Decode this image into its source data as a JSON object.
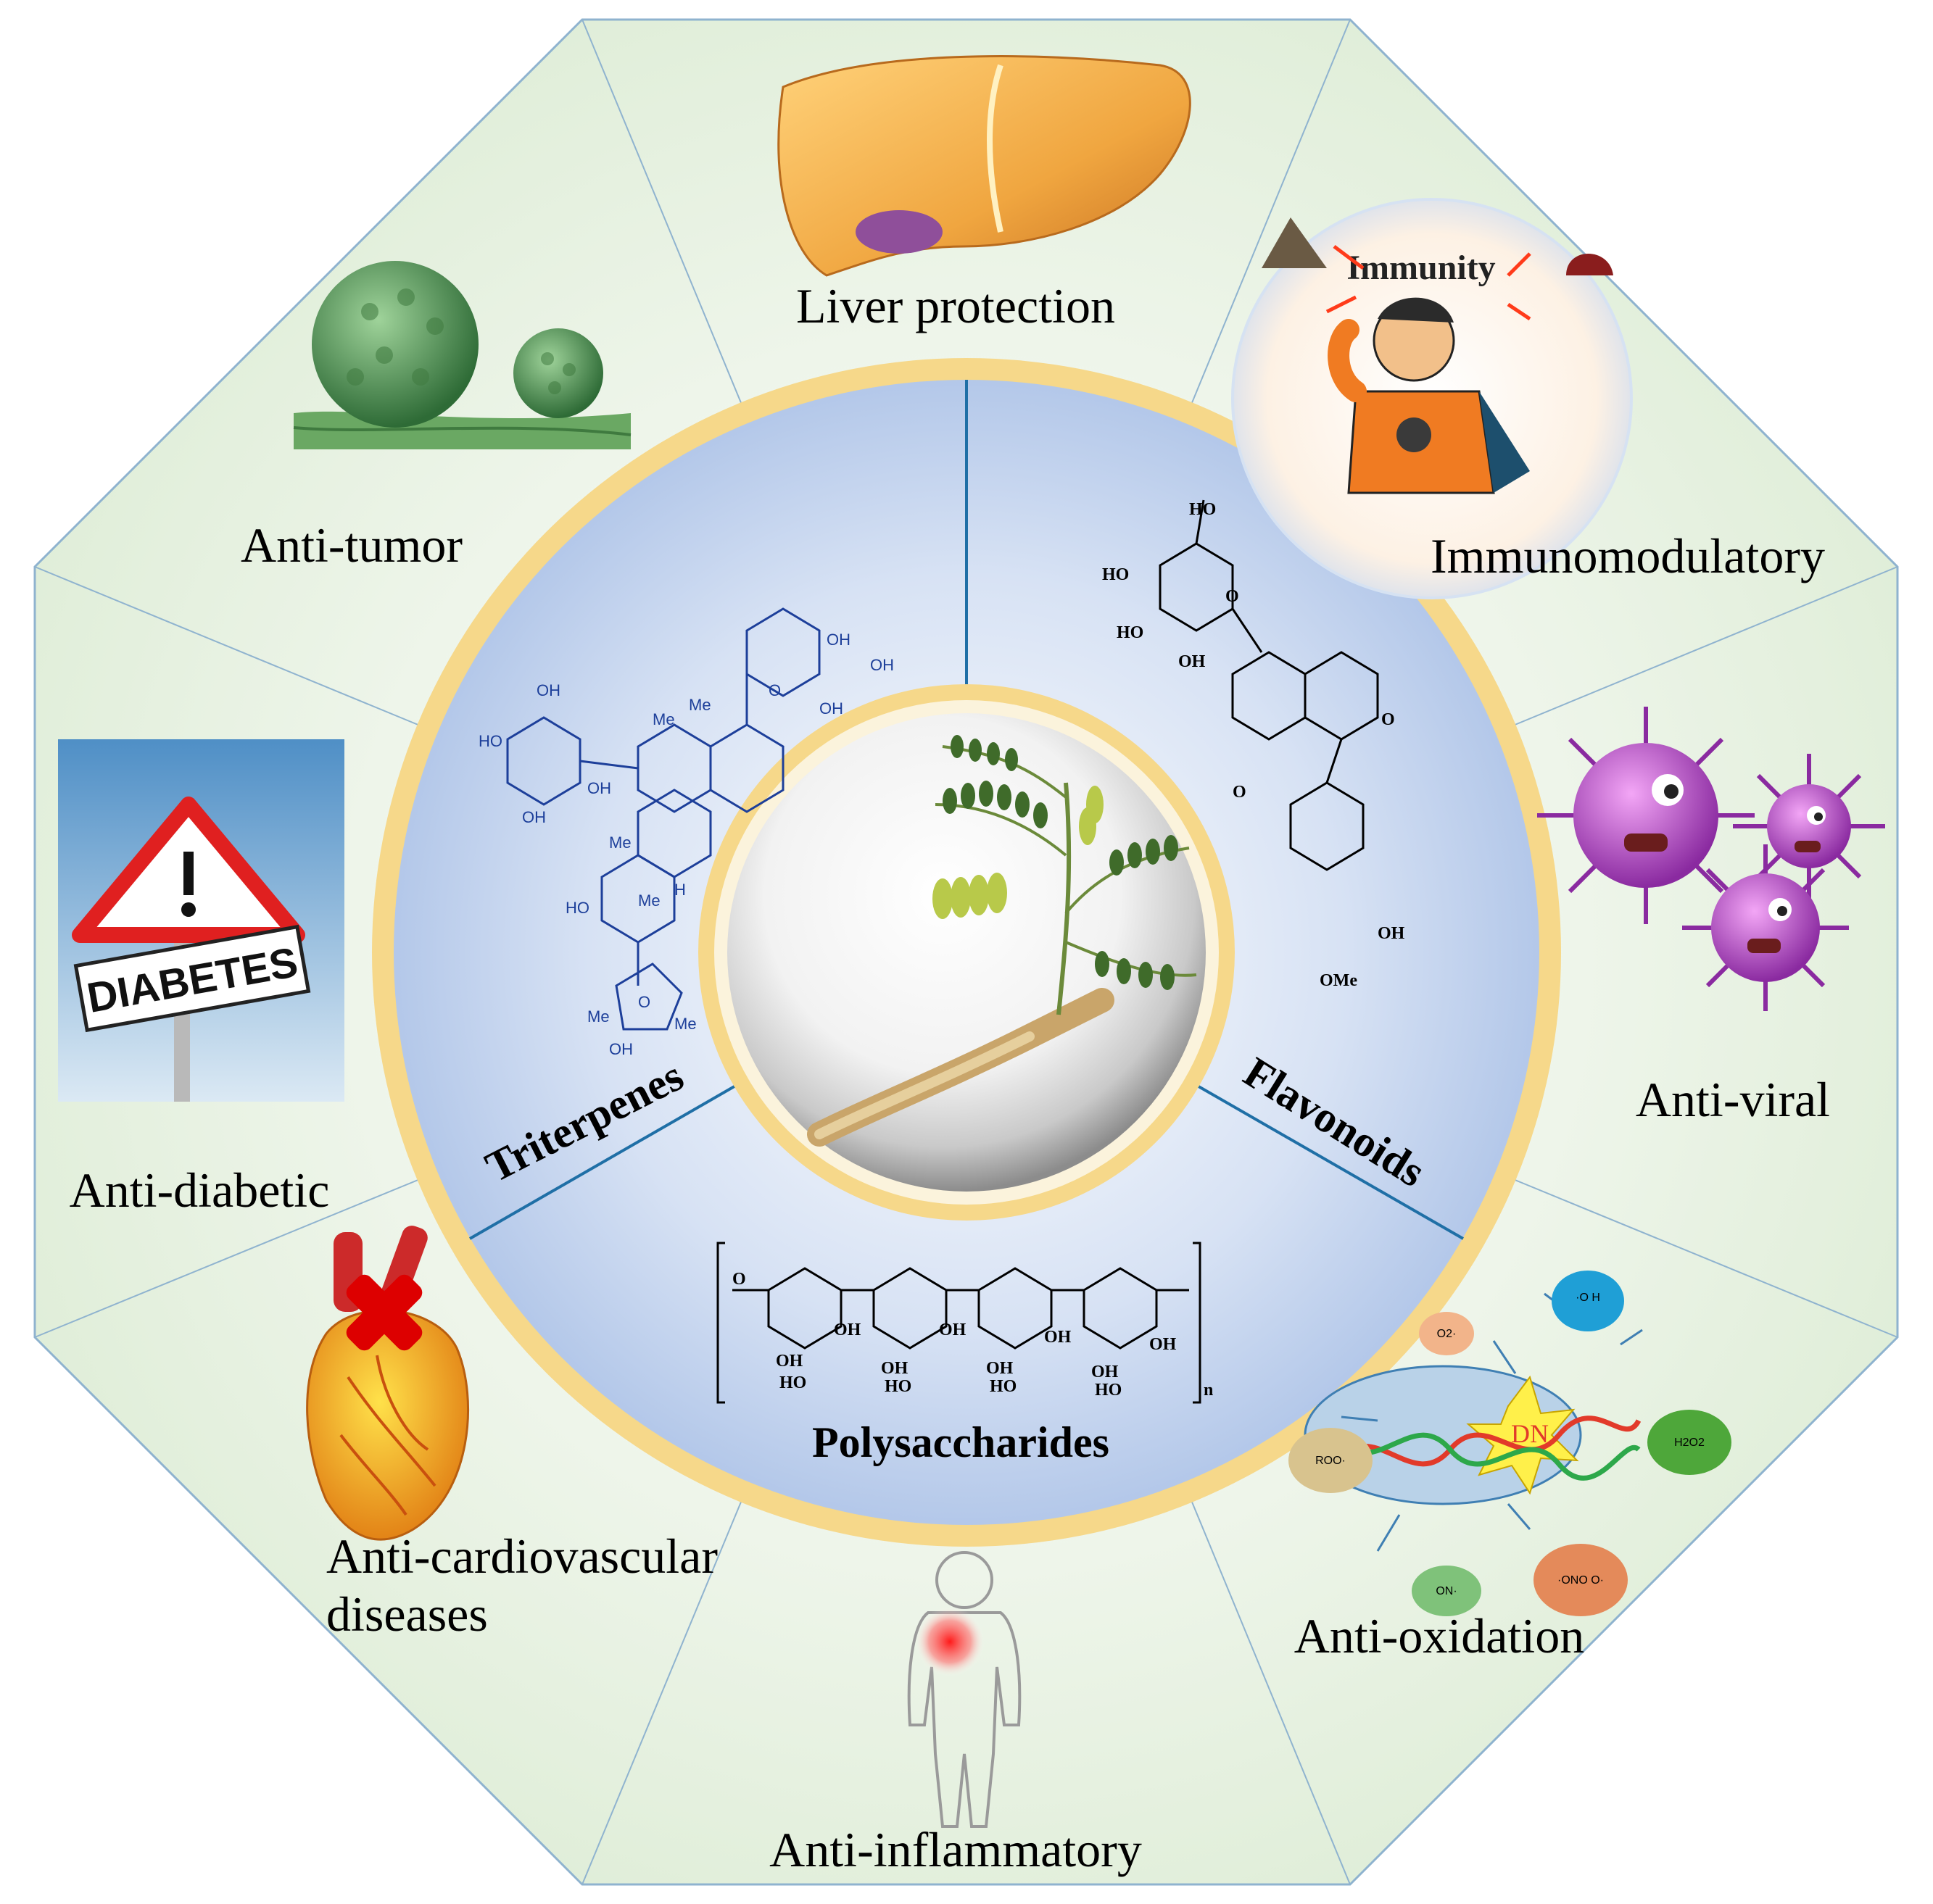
{
  "effects": {
    "liver": "Liver protection",
    "immuno": "Immunomodulatory",
    "viral": "Anti-viral",
    "oxidation": "Anti-oxidation",
    "inflammatory": "Anti-inflammatory",
    "cardio_line1": "Anti-cardiovascular",
    "cardio_line2": "diseases",
    "diabetic": "Anti-diabetic",
    "tumor": "Anti-tumor"
  },
  "compounds": {
    "triterpenes": "Triterpenes",
    "flavonoids": "Flavonoids",
    "polysaccharides": "Polysaccharides"
  },
  "icon_text": {
    "immunity": "Immunity",
    "diabetes_sign": "DIABETES",
    "dna": "DN",
    "radicals": {
      "oh": "·O H",
      "o2": "O2·",
      "h2o2": "H2O2",
      "roo": "ROO·",
      "on": "ON·",
      "ono": "·ONO O·"
    }
  },
  "chem_labels": {
    "oh": "OH",
    "ho": "HO",
    "me": "Me",
    "ome": "OMe",
    "h": "H",
    "o": "O",
    "n": "n"
  },
  "colors": {
    "octagon_fill": "#e2efdb",
    "ring_gold": "#f6d88a",
    "inner_blue": "#c5d5ee",
    "divider": "#1f6fa6",
    "chem_blue": "#1d3f9a"
  }
}
